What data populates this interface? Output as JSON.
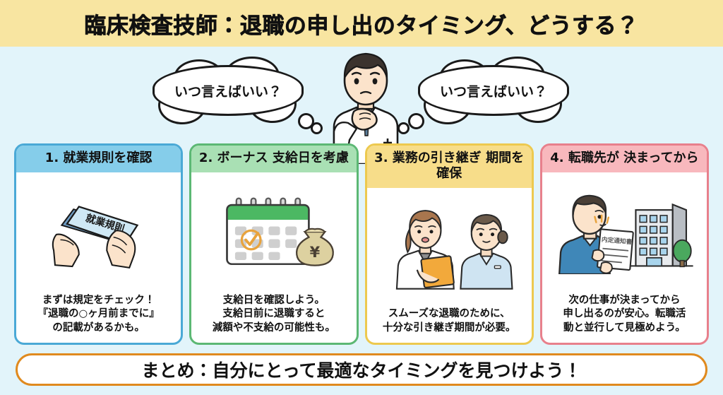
{
  "title": "臨床検査技師：退職の申し出のタイミング、どうする？",
  "bubbles": {
    "left": "いつ言えばいい？",
    "right": "いつ言えばいい？"
  },
  "person": {
    "description": "白衣の臨床検査技師が考えているイラスト"
  },
  "cards": [
    {
      "heading": "1. 就業規則を確認",
      "body": "まずは規定をチェック！\n『退職の○ヶ月前までに』\nの記載があるかも。",
      "header_color": "#85cdea",
      "border_color": "#4aa9d6",
      "art": "hands-holding-work-rules-booklet",
      "art_label": "就業規則"
    },
    {
      "heading": "2. ボーナス\n支給日を考慮",
      "body": "支給日を確認しよう。\n支給日前に退職すると\n減額や不支給の可能性も。",
      "header_color": "#a9e0b4",
      "border_color": "#5cb874",
      "art": "calendar-with-money-bag",
      "art_label": "¥"
    },
    {
      "heading": "3. 業務の引き継ぎ\n期間を確保",
      "body": "スムーズな退職のために、\n十分な引き継ぎ期間が必要。",
      "header_color": "#f7dd8a",
      "border_color": "#edc94f",
      "art": "two-medical-staff-handover",
      "art_label": ""
    },
    {
      "heading": "4. 転職先が\n決まってから",
      "body": "次の仕事が決まってから\n申し出るのが安心。転職活\n動と並行して見極めよう。",
      "header_color": "#f8b8bd",
      "border_color": "#e8808c",
      "art": "person-with-offer-letter-and-building",
      "art_label": "内定通知書"
    }
  ],
  "footer": "まとめ：自分にとって最適なタイミングを見つけよう！",
  "colors": {
    "background": "#e2f4fa",
    "title_band": "#f8e5a1",
    "footer_border": "#e08a1e"
  }
}
